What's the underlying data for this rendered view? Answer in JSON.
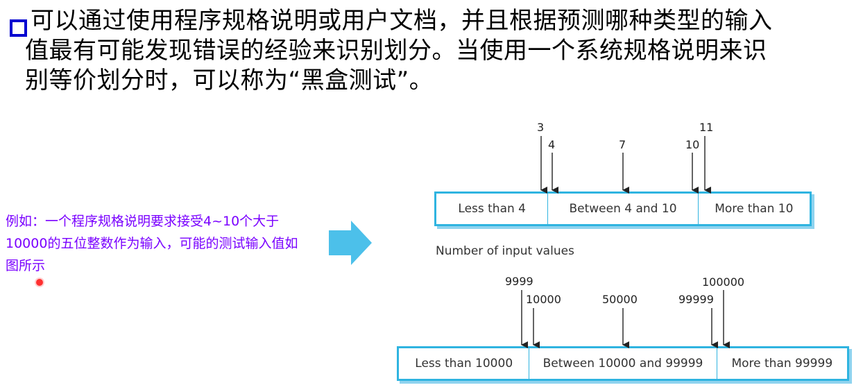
{
  "heading": {
    "lines": [
      "可以通过使用程序规格说明或用户文档，并且根据预测哪种类型的输入",
      "值最有可能发现错误的经验来识别划分。当使用一个系统规格说明来识",
      "别等价划分时，可以称为“黑盒测试”。"
    ]
  },
  "example": {
    "text": "例如：一个程序规格说明要求接受4~10个大于10000的五位整数作为输入，可能的测试输入值如图所示"
  },
  "diagram1": {
    "partitions": [
      "Less than 4",
      "Between 4 and 10",
      "More than 10"
    ],
    "ticks": [
      "3",
      "4",
      "7",
      "10",
      "11"
    ]
  },
  "caption": "Number of input values",
  "diagram2": {
    "partitions": [
      "Less than 10000",
      "Between 10000 and 99999",
      "More than 99999"
    ],
    "ticks": [
      "9999",
      "10000",
      "50000",
      "99999",
      "100000"
    ]
  },
  "colors": {
    "bullet": "#0000d0",
    "example_text": "#7a00ff",
    "box_border": "#2fb4e0",
    "arrow": "#4cc0ea"
  }
}
